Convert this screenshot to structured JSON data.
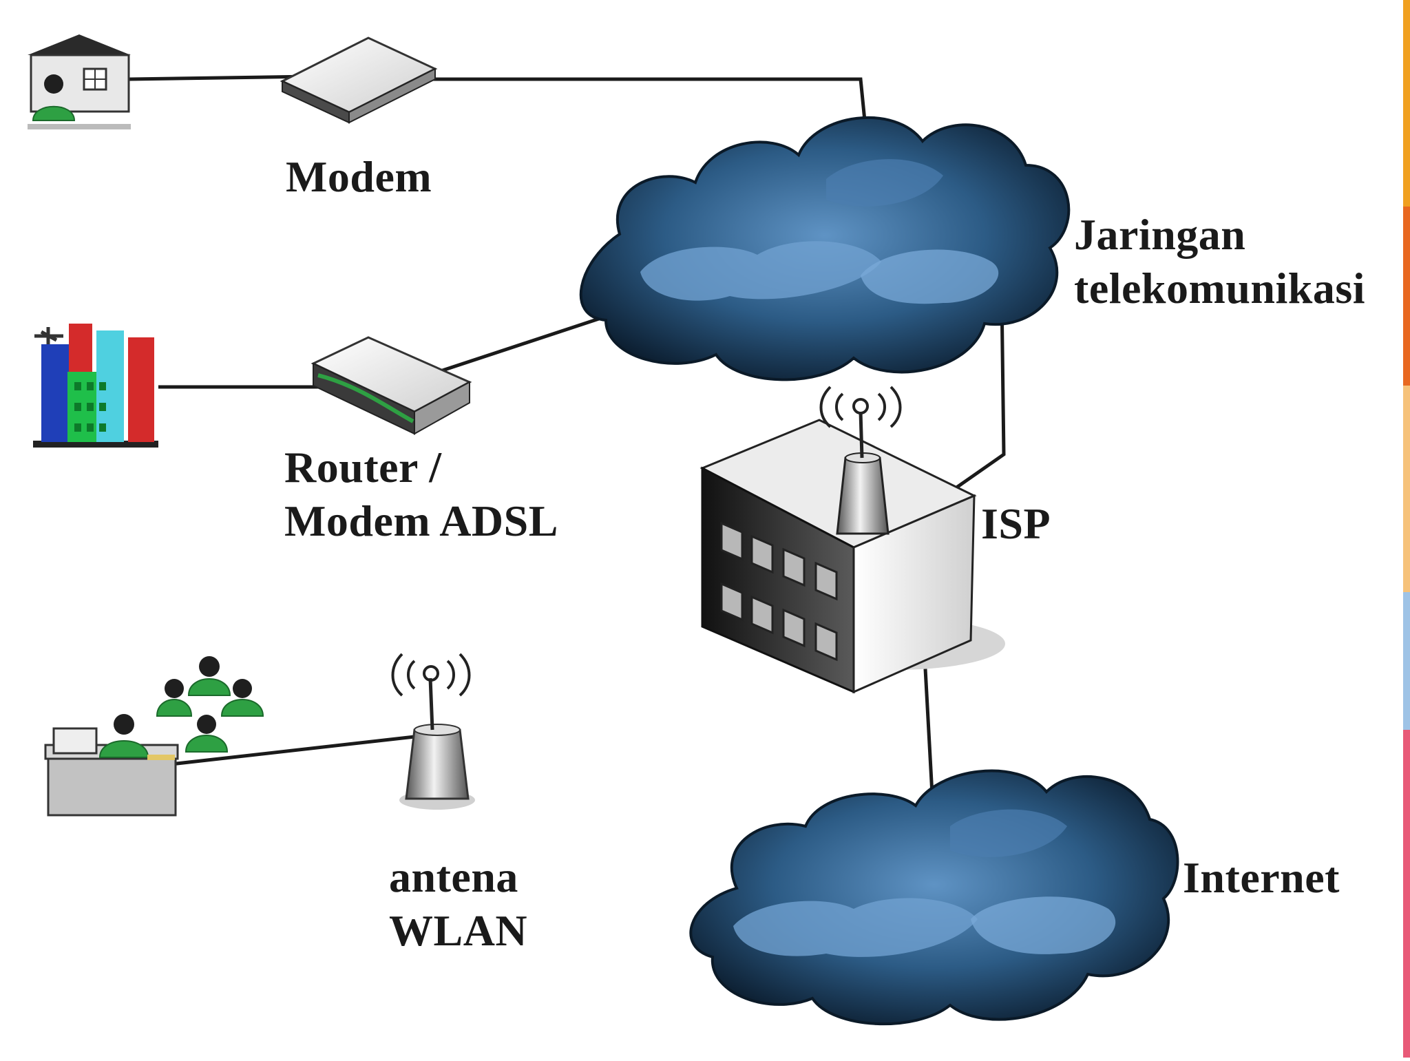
{
  "labels": {
    "modem": "Modem",
    "router_line1": "Router /",
    "router_line2": "Modem ADSL",
    "telco_line1": "Jaringan",
    "telco_line2": "telekomunikasi",
    "isp": "ISP",
    "antenna_line1": "antena",
    "antenna_line2": "WLAN",
    "internet": "Internet"
  },
  "icons": {
    "home": "home-user-icon",
    "company": "office-buildings-icon",
    "school": "user-group-desk-icon",
    "modem": "modem-device-icon",
    "router": "adsl-router-icon",
    "antenna": "wlan-antenna-icon",
    "isp": "isp-building-icon",
    "telco_cloud": "cloud-icon",
    "internet_cloud": "cloud-icon"
  },
  "colors": {
    "cloud_dark": "#0e2236",
    "cloud_mid": "#2c5b85",
    "cloud_light": "#6fa0cf",
    "person_green": "#2ea043",
    "line": "#1a1a1a"
  }
}
